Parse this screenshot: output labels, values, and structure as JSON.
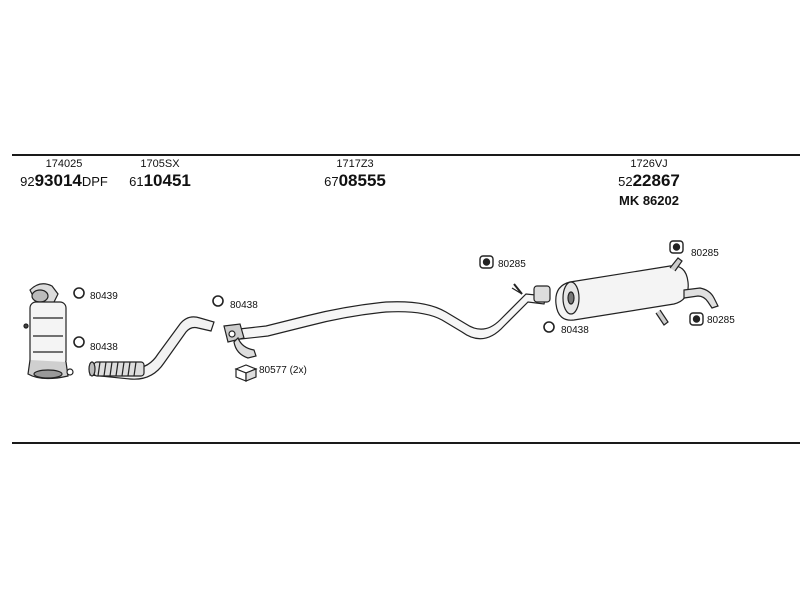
{
  "parts": {
    "catalyst": {
      "code": "174025",
      "prefix": "92",
      "number": "93014",
      "suffix": "DPF"
    },
    "front_pipe": {
      "code": "1705SX",
      "prefix": "61",
      "number": "10451"
    },
    "middle_pipe": {
      "code": "1717Z3",
      "prefix": "67",
      "number": "08555"
    },
    "rear_silencer": {
      "code": "1726VJ",
      "prefix": "52",
      "number": "22867",
      "mounting_kit": "MK 86202"
    }
  },
  "callouts": {
    "clamp_1": "80439",
    "clamp_2": "80438",
    "clamp_3": "80438",
    "gasket": "80577 (2x)",
    "hanger_1": "80285",
    "clamp_4": "80438",
    "hanger_2": "80285",
    "hanger_3": "80285"
  }
}
